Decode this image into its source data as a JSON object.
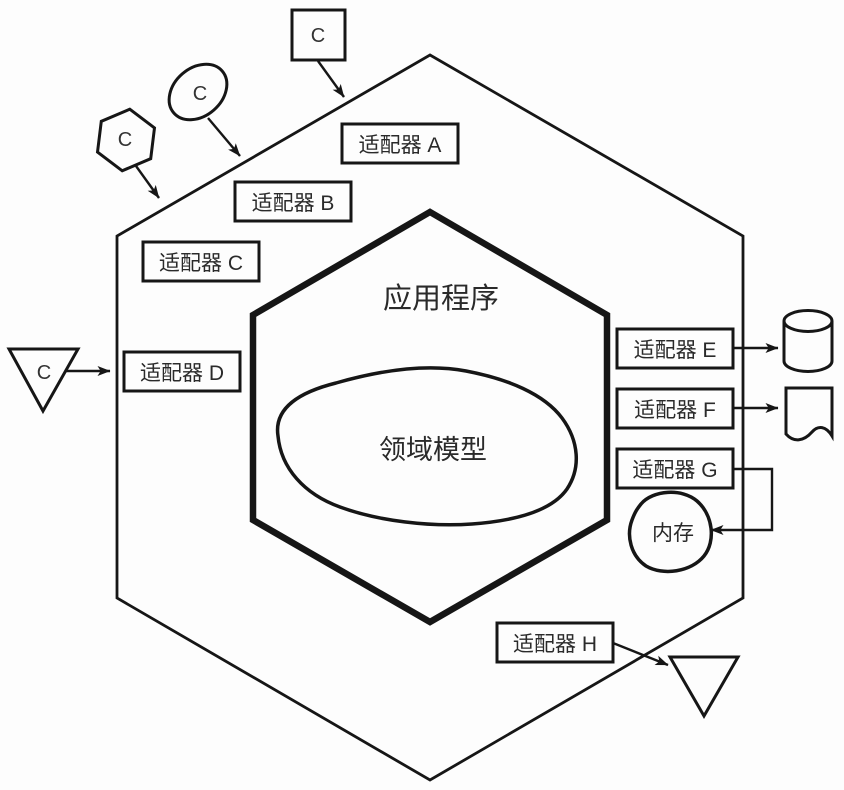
{
  "core": {
    "application_label": "应用程序",
    "domain_model_label": "领域模型"
  },
  "adapters": {
    "a": "适配器 A",
    "b": "适配器 B",
    "c": "适配器 C",
    "d": "适配器 D",
    "e": "适配器 E",
    "f": "适配器 F",
    "g": "适配器 G",
    "h": "适配器 H"
  },
  "external_actors": {
    "square_label": "C",
    "ellipse_label": "C",
    "hexagon_label": "C",
    "triangle_label": "C"
  },
  "memory_label": "内存",
  "icons": {
    "square_actor": "square-outline",
    "ellipse_actor": "tilted-ellipse-outline",
    "hexagon_actor": "small-hexagon-outline",
    "triangle_actor_left": "triangle-down-outline",
    "triangle_actor_bottom": "triangle-down-outline",
    "database": "cylinder",
    "document": "page-with-wavy-bottom",
    "memory": "freeform-blob"
  },
  "colors": {
    "line": "#161616",
    "text": "#2a2a2a",
    "background": "#fdfdfd"
  }
}
